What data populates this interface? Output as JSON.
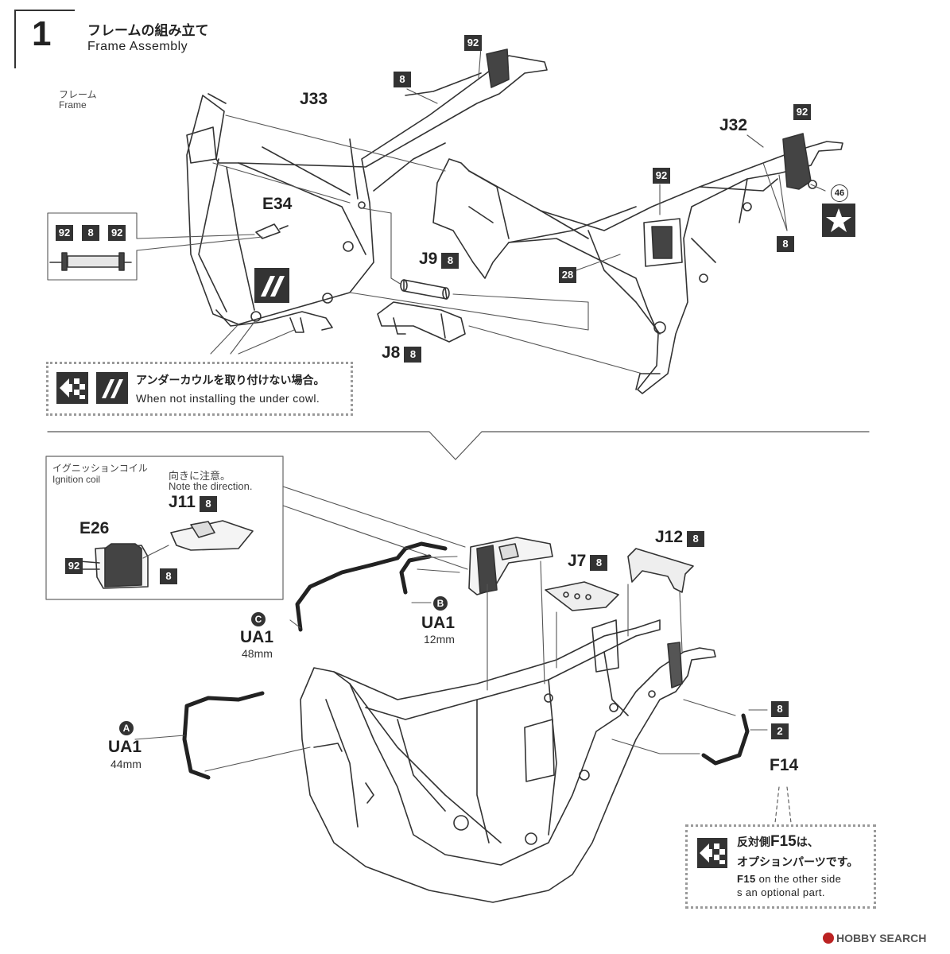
{
  "step": {
    "number": "1",
    "title_jp": "フレームの組み立て",
    "title_en": "Frame Assembly"
  },
  "frame_label": {
    "jp": "フレーム",
    "en": "Frame"
  },
  "parts": {
    "j33": "J33",
    "j32": "J32",
    "e34": "E34",
    "j9": "J9",
    "j8": "J8",
    "e26": "E26",
    "j11": "J11",
    "j7": "J7",
    "j12": "J12",
    "f14": "F14",
    "ua1": "UA1"
  },
  "badges": {
    "b92": "92",
    "b8": "8",
    "b28": "28",
    "b2": "2",
    "c46": "46"
  },
  "cowl_note": {
    "jp": "アンダーカウルを取り付けない場合。",
    "en": "When not installing the under cowl."
  },
  "ignition": {
    "jp": "イグニッションコイル",
    "en": "Ignition coil",
    "dir_jp": "向きに注意。",
    "dir_en": "Note the direction."
  },
  "tubes": {
    "a": {
      "letter": "A",
      "length": "44mm"
    },
    "b": {
      "letter": "B",
      "length": "12mm"
    },
    "c": {
      "letter": "C",
      "length": "48mm"
    }
  },
  "optional_note": {
    "jp_pre": "反対側",
    "jp_part": "F15",
    "jp_post": "は、",
    "jp_line2": "オプションパーツです。",
    "en_part": "F15",
    "en_line1": " on the other side",
    "en_line2": "s an optional part."
  },
  "watermark": "HOBBY SEARCH"
}
